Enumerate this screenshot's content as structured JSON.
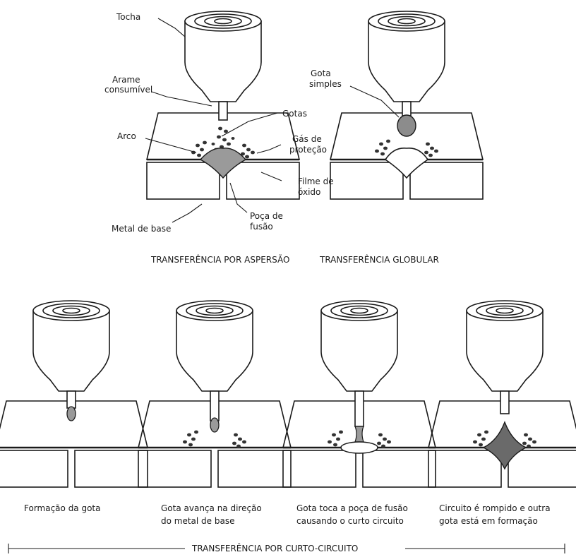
{
  "labels": {
    "tocha": "Tocha",
    "arame_l1": "Arame",
    "arame_l2": "consumível",
    "gotas": "Gotas",
    "arco": "Arco",
    "gas_l1": "Gás de",
    "gas_l2": "proteção",
    "filme_l1": "Filme de",
    "filme_l2": "óxido",
    "metal": "Metal de base",
    "poca_l1": "Poça de",
    "poca_l2": "fusão",
    "gota_l1": "Gota",
    "gota_l2": "simples"
  },
  "titles": {
    "aspersao": "TRANSFERÊNCIA POR ASPERSÃO",
    "globular": "TRANSFERÊNCIA GLOBULAR",
    "curto": "TRANSFERÊNCIA POR CURTO-CIRCUITO"
  },
  "captions": {
    "c1_l1": "Formação da gota",
    "c2_l1": "Gota avança na direção",
    "c2_l2": "do metal de base",
    "c3_l1": "Gota toca a poça de fusão",
    "c3_l2": "causando o curto circuito",
    "c4_l1": "Circuito é rompido e outra",
    "c4_l2": "gota está em formação"
  }
}
